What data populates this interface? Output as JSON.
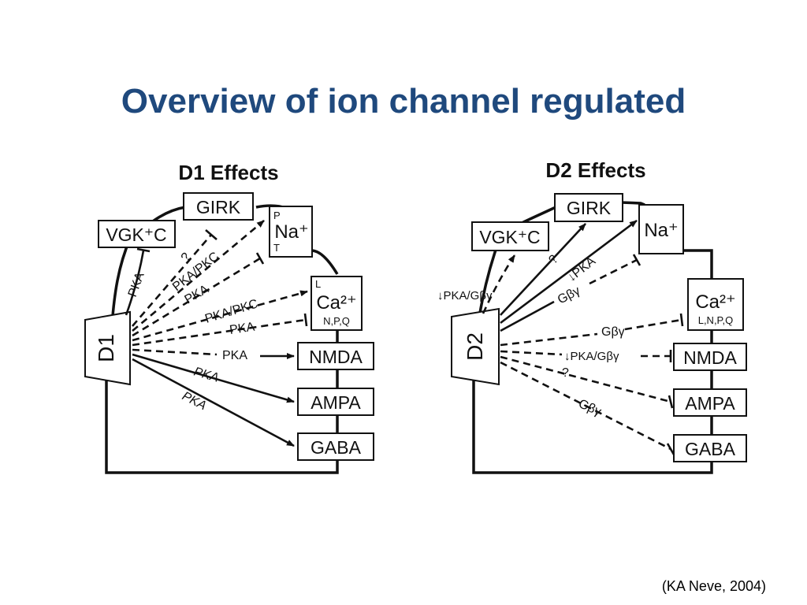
{
  "slide": {
    "title": "Overview of ion channel regulated",
    "citation": "(KA Neve, 2004)"
  },
  "d1_panel": {
    "heading": "D1 Effects",
    "receptor": "D1",
    "channels": {
      "vgkc": "VGK⁺C",
      "girk": "GIRK",
      "na": "Na⁺",
      "na_p": "P",
      "na_t": "T",
      "ca": "Ca²⁺",
      "ca_l": "L",
      "ca_types": "N,P,Q",
      "nmda": "NMDA",
      "ampa": "AMPA",
      "gaba": "GABA"
    },
    "paths": {
      "vgkc": "PKA",
      "girk": "?",
      "na_1": "PKA/PKC",
      "na_2": "PKA",
      "ca_1": "PKA/PKC",
      "ca_2": "PKA",
      "nmda": "PKA",
      "ampa": "PKA",
      "gaba": "PKA"
    }
  },
  "d2_panel": {
    "heading": "D2 Effects",
    "receptor": "D2",
    "channels": {
      "vgkc": "VGK⁺C",
      "girk": "GIRK",
      "na": "Na⁺",
      "ca": "Ca²⁺",
      "ca_types": "L,N,P,Q",
      "nmda": "NMDA",
      "ampa": "AMPA",
      "gaba": "GABA"
    },
    "paths": {
      "vgkc": "↓PKA/Gβγ",
      "girk": "?",
      "na_1": "↓PKA",
      "na_2": "Gβγ",
      "ca": "Gβγ",
      "nmda": "↓PKA/Gβγ",
      "ampa": "?",
      "gaba": "Gβγ"
    }
  }
}
